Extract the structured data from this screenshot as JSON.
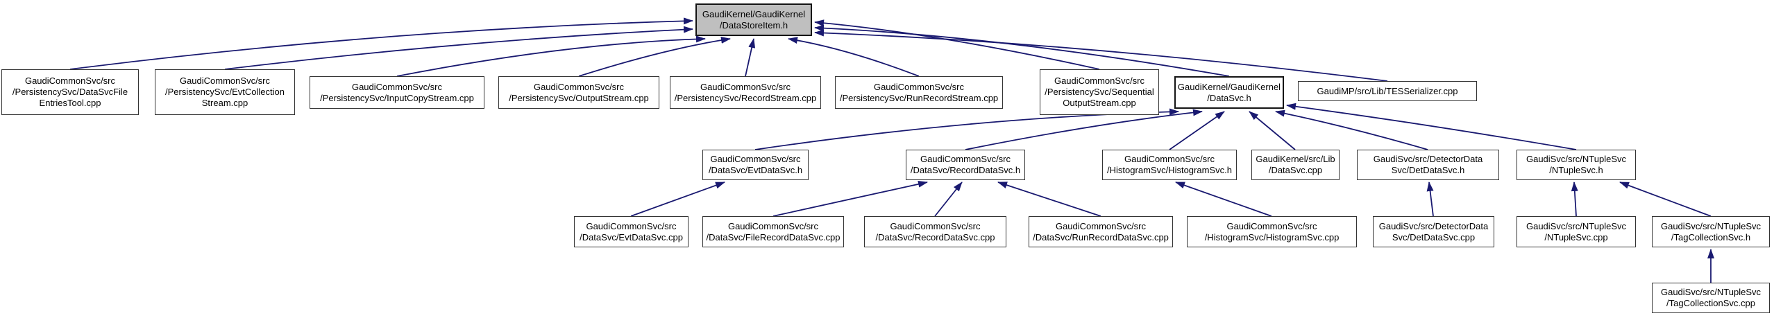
{
  "diagram": {
    "kind": "include-dependency-graph",
    "root_file": "GaudiKernel/GaudiKernel/DataStoreItem.h",
    "colors": {
      "edge": "#191970",
      "node_fill": "#ffffff",
      "node_border": "#343434",
      "root_fill": "#bfbfbf",
      "text": "#000000"
    },
    "nodes": [
      {
        "id": "DataStoreItem.h",
        "lines": [
          "GaudiKernel/GaudiKernel",
          "/DataStoreItem.h"
        ],
        "highlighted": true
      },
      {
        "id": "DataSvcFileEntriesTool.cpp",
        "lines": [
          "GaudiCommonSvc/src",
          "/PersistencySvc/DataSvcFile",
          "EntriesTool.cpp"
        ]
      },
      {
        "id": "EvtCollectionStream.cpp",
        "lines": [
          "GaudiCommonSvc/src",
          "/PersistencySvc/EvtCollection",
          "Stream.cpp"
        ]
      },
      {
        "id": "InputCopyStream.cpp",
        "lines": [
          "GaudiCommonSvc/src",
          "/PersistencySvc/InputCopyStream.cpp"
        ]
      },
      {
        "id": "OutputStream.cpp",
        "lines": [
          "GaudiCommonSvc/src",
          "/PersistencySvc/OutputStream.cpp"
        ]
      },
      {
        "id": "RecordStream.cpp",
        "lines": [
          "GaudiCommonSvc/src",
          "/PersistencySvc/RecordStream.cpp"
        ]
      },
      {
        "id": "RunRecordStream.cpp",
        "lines": [
          "GaudiCommonSvc/src",
          "/PersistencySvc/RunRecordStream.cpp"
        ]
      },
      {
        "id": "SequentialOutputStream.cpp",
        "lines": [
          "GaudiCommonSvc/src",
          "/PersistencySvc/Sequential",
          "OutputStream.cpp"
        ]
      },
      {
        "id": "DataSvc.h",
        "lines": [
          "GaudiKernel/GaudiKernel",
          "/DataSvc.h"
        ],
        "hub": true
      },
      {
        "id": "TESSerializer.cpp",
        "lines": [
          "GaudiMP/src/Lib/TESSerializer.cpp"
        ]
      },
      {
        "id": "EvtDataSvc.h",
        "lines": [
          "GaudiCommonSvc/src",
          "/DataSvc/EvtDataSvc.h"
        ]
      },
      {
        "id": "RecordDataSvc.h",
        "lines": [
          "GaudiCommonSvc/src",
          "/DataSvc/RecordDataSvc.h"
        ]
      },
      {
        "id": "HistogramSvc.h",
        "lines": [
          "GaudiCommonSvc/src",
          "/HistogramSvc/HistogramSvc.h"
        ]
      },
      {
        "id": "DataSvc.cpp",
        "lines": [
          "GaudiKernel/src/Lib",
          "/DataSvc.cpp"
        ]
      },
      {
        "id": "DetDataSvc.h",
        "lines": [
          "GaudiSvc/src/DetectorData",
          "Svc/DetDataSvc.h"
        ]
      },
      {
        "id": "NTupleSvc.h",
        "lines": [
          "GaudiSvc/src/NTupleSvc",
          "/NTupleSvc.h"
        ]
      },
      {
        "id": "EvtDataSvc.cpp",
        "lines": [
          "GaudiCommonSvc/src",
          "/DataSvc/EvtDataSvc.cpp"
        ]
      },
      {
        "id": "FileRecordDataSvc.cpp",
        "lines": [
          "GaudiCommonSvc/src",
          "/DataSvc/FileRecordDataSvc.cpp"
        ]
      },
      {
        "id": "RecordDataSvc.cpp",
        "lines": [
          "GaudiCommonSvc/src",
          "/DataSvc/RecordDataSvc.cpp"
        ]
      },
      {
        "id": "RunRecordDataSvc.cpp",
        "lines": [
          "GaudiCommonSvc/src",
          "/DataSvc/RunRecordDataSvc.cpp"
        ]
      },
      {
        "id": "HistogramSvc.cpp",
        "lines": [
          "GaudiCommonSvc/src",
          "/HistogramSvc/HistogramSvc.cpp"
        ]
      },
      {
        "id": "DetDataSvc.cpp",
        "lines": [
          "GaudiSvc/src/DetectorData",
          "Svc/DetDataSvc.cpp"
        ]
      },
      {
        "id": "NTupleSvc.cpp",
        "lines": [
          "GaudiSvc/src/NTupleSvc",
          "/NTupleSvc.cpp"
        ]
      },
      {
        "id": "TagCollectionSvc.h",
        "lines": [
          "GaudiSvc/src/NTupleSvc",
          "/TagCollectionSvc.h"
        ]
      },
      {
        "id": "TagCollectionSvc.cpp",
        "lines": [
          "GaudiSvc/src/NTupleSvc",
          "/TagCollectionSvc.cpp"
        ]
      }
    ],
    "edges": [
      {
        "from": "DataSvcFileEntriesTool.cpp",
        "to": "DataStoreItem.h"
      },
      {
        "from": "EvtCollectionStream.cpp",
        "to": "DataStoreItem.h"
      },
      {
        "from": "InputCopyStream.cpp",
        "to": "DataStoreItem.h"
      },
      {
        "from": "OutputStream.cpp",
        "to": "DataStoreItem.h"
      },
      {
        "from": "RecordStream.cpp",
        "to": "DataStoreItem.h"
      },
      {
        "from": "RunRecordStream.cpp",
        "to": "DataStoreItem.h"
      },
      {
        "from": "SequentialOutputStream.cpp",
        "to": "DataStoreItem.h"
      },
      {
        "from": "DataSvc.h",
        "to": "DataStoreItem.h"
      },
      {
        "from": "TESSerializer.cpp",
        "to": "DataStoreItem.h"
      },
      {
        "from": "EvtDataSvc.h",
        "to": "DataSvc.h"
      },
      {
        "from": "RecordDataSvc.h",
        "to": "DataSvc.h"
      },
      {
        "from": "HistogramSvc.h",
        "to": "DataSvc.h"
      },
      {
        "from": "DataSvc.cpp",
        "to": "DataSvc.h"
      },
      {
        "from": "DetDataSvc.h",
        "to": "DataSvc.h"
      },
      {
        "from": "NTupleSvc.h",
        "to": "DataSvc.h"
      },
      {
        "from": "EvtDataSvc.cpp",
        "to": "EvtDataSvc.h"
      },
      {
        "from": "FileRecordDataSvc.cpp",
        "to": "RecordDataSvc.h"
      },
      {
        "from": "RecordDataSvc.cpp",
        "to": "RecordDataSvc.h"
      },
      {
        "from": "RunRecordDataSvc.cpp",
        "to": "RecordDataSvc.h"
      },
      {
        "from": "HistogramSvc.cpp",
        "to": "HistogramSvc.h"
      },
      {
        "from": "DetDataSvc.cpp",
        "to": "DetDataSvc.h"
      },
      {
        "from": "NTupleSvc.cpp",
        "to": "NTupleSvc.h"
      },
      {
        "from": "TagCollectionSvc.h",
        "to": "NTupleSvc.h"
      },
      {
        "from": "TagCollectionSvc.cpp",
        "to": "TagCollectionSvc.h"
      }
    ]
  }
}
